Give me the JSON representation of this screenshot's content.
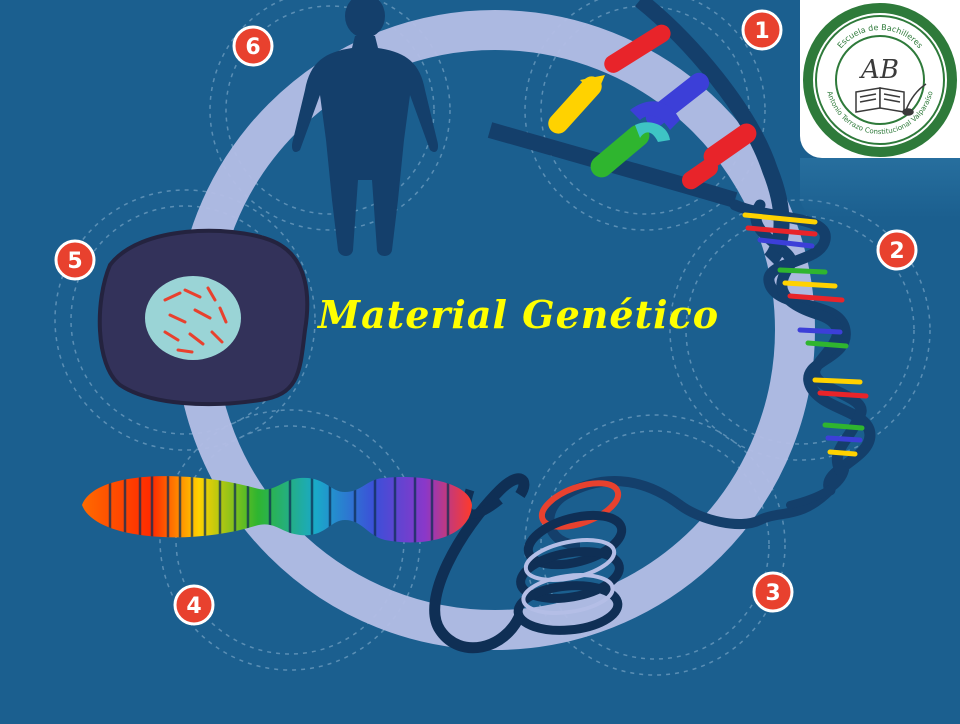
{
  "slide": {
    "title": "Material Genético",
    "title_color": "#ffff00",
    "background_color": "#1b5f8f",
    "ring_color": "#b4bee6",
    "stages": [
      "1",
      "2",
      "3",
      "4",
      "5",
      "6"
    ],
    "badge_color": "#e8412e"
  },
  "logo": {
    "top_text": "Escuela de Bachilleres",
    "bottom_text": "Antonio Terrazo Constitucional Valparaíso",
    "monogram": "AB",
    "ring_color": "#2e7a3a"
  }
}
